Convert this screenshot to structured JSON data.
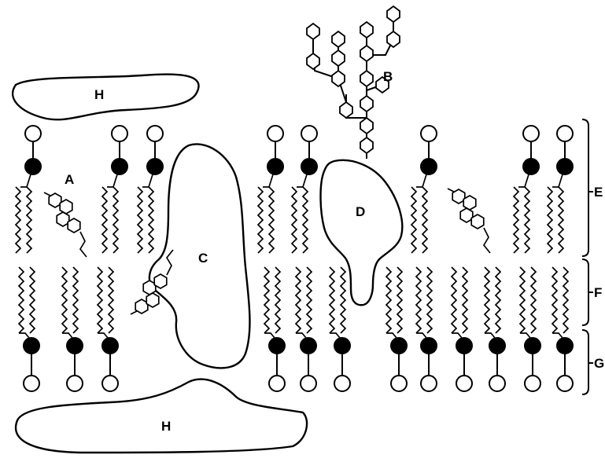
{
  "labels": {
    "A": "A",
    "B": "B",
    "C": "C",
    "D": "D",
    "E": "E",
    "F": "F",
    "G": "G",
    "H_top": "H",
    "H_bottom": "H"
  },
  "colors": {
    "ink": "#000000",
    "background": "#ffffff",
    "head_filled": "#000000",
    "head_open": "#ffffff"
  }
}
